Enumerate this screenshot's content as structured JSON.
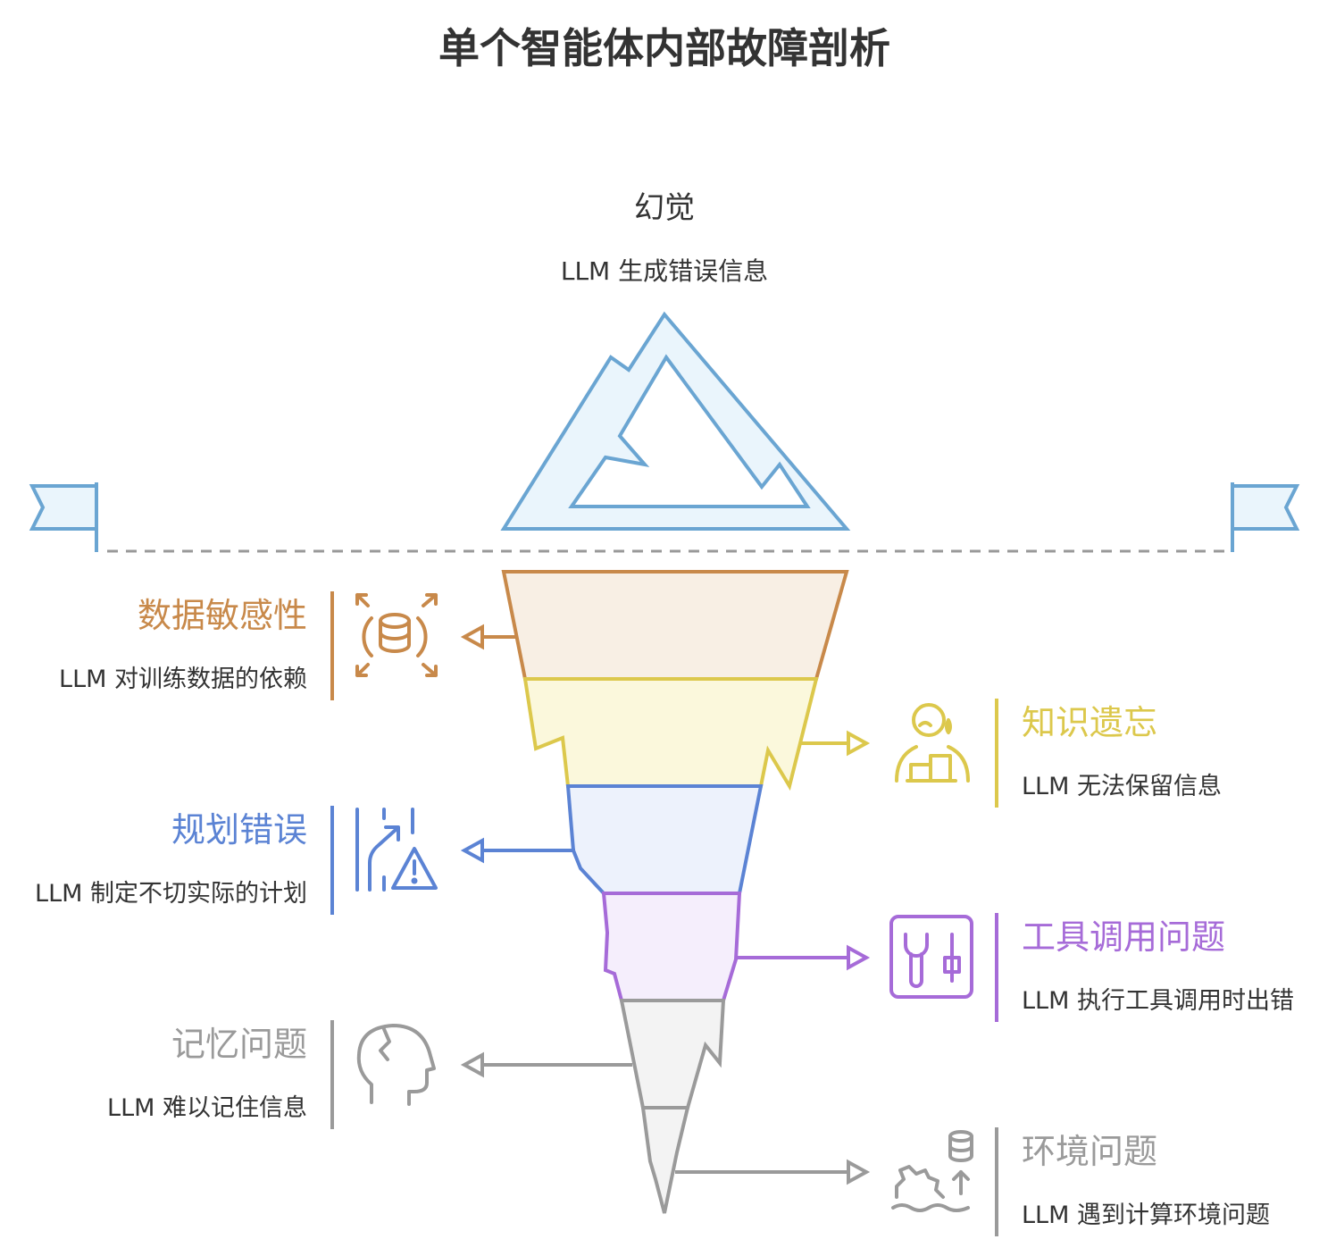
{
  "title": "单个智能体内部故障剖析",
  "tip": {
    "title": "幻觉",
    "desc": "LLM 生成错误信息"
  },
  "layers": [
    {
      "id": "data",
      "title": "数据敏感性",
      "desc": "LLM 对训练数据的依赖",
      "color": "#c8894a",
      "fill": "#f8efe4",
      "side": "left",
      "icon": "database-expand-icon"
    },
    {
      "id": "knowledge",
      "title": "知识遗忘",
      "desc": "LLM 无法保留信息",
      "color": "#dcc84c",
      "fill": "#fbf8dc",
      "side": "right",
      "icon": "person-sweat-icon"
    },
    {
      "id": "planning",
      "title": "规划错误",
      "desc": "LLM 制定不切实际的计划",
      "color": "#5b83d4",
      "fill": "#edf2fc",
      "side": "left",
      "icon": "road-warning-icon"
    },
    {
      "id": "tool",
      "title": "工具调用问题",
      "desc": "LLM 执行工具调用时出错",
      "color": "#a66bd8",
      "fill": "#f5eefc",
      "side": "right",
      "icon": "wrench-tool-icon"
    },
    {
      "id": "memory",
      "title": "记忆问题",
      "desc": "LLM 难以记住信息",
      "color": "#9a9a9a",
      "fill": "#f3f3f3",
      "side": "left",
      "icon": "cracked-head-icon"
    },
    {
      "id": "env",
      "title": "环境问题",
      "desc": "LLM 遇到计算环境问题",
      "color": "#9a9a9a",
      "fill": "#f3f3f3",
      "side": "right",
      "icon": "gear-database-icon"
    }
  ],
  "colors": {
    "iceberg_stroke": "#6aa5d2",
    "iceberg_fill": "#eaf5fc",
    "waterline": "#999999",
    "title": "#333333"
  }
}
